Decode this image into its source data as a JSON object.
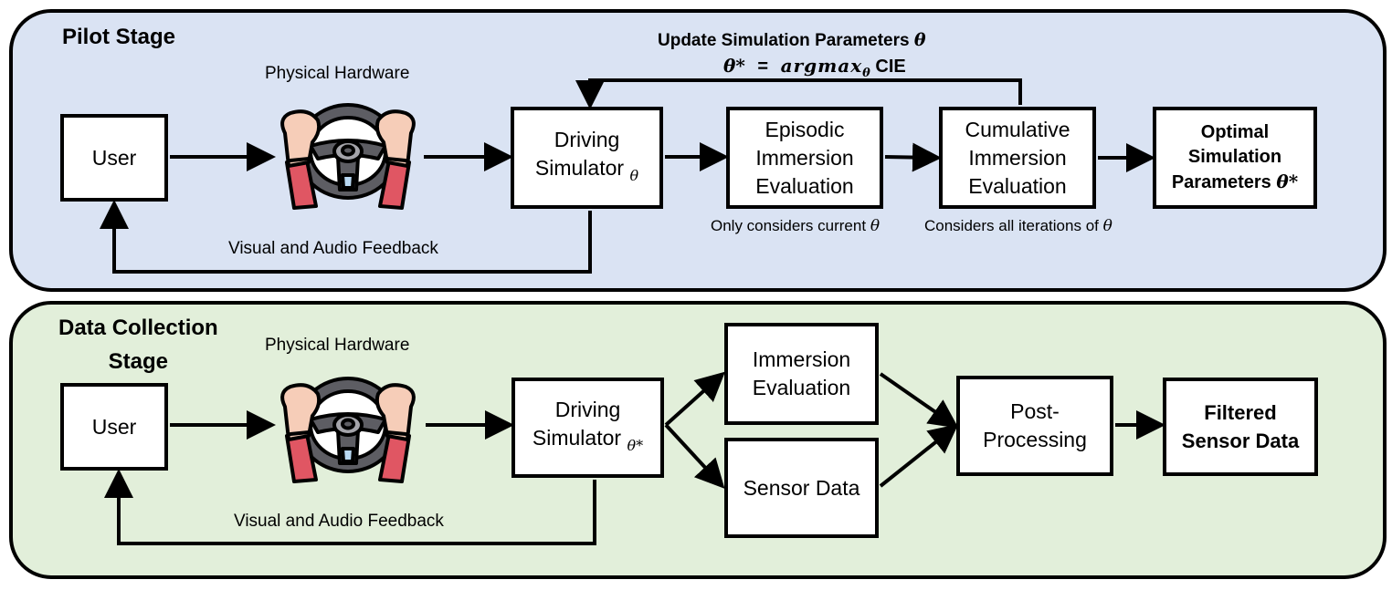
{
  "pilot": {
    "title": "Pilot Stage",
    "hardware_label": "Physical Hardware",
    "feedback_label": "Visual and Audio Feedback",
    "user": "User",
    "simulator": "Driving\nSimulator",
    "simulator_sub": "θ",
    "episodic": "Episodic\nImmersion\nEvaluation",
    "cumulative": "Cumulative\nImmersion\nEvaluation",
    "optimal": "Optimal\nSimulation\nParameters",
    "optimal_theta": "θ*",
    "update_label": "Update Simulation Parameters",
    "update_theta": "θ",
    "formula_lhs": "θ*",
    "formula_eq": "=",
    "formula_arg": "argmax",
    "formula_arg_sub": "θ",
    "formula_cie": "CIE",
    "episodic_note": "Only considers current",
    "episodic_note_theta": "θ",
    "cumulative_note": "Considers all iterations of",
    "cumulative_note_theta": "θ"
  },
  "collection": {
    "title": "Data Collection\nStage",
    "hardware_label": "Physical Hardware",
    "feedback_label": "Visual and Audio Feedback",
    "user": "User",
    "simulator": "Driving\nSimulator",
    "simulator_sub": "θ*",
    "immersion": "Immersion\nEvaluation",
    "sensor": "Sensor Data",
    "post": "Post-\nProcessing",
    "filtered": "Filtered\nSensor Data"
  },
  "icons": {
    "steering": "steering-wheel-hands-icon"
  }
}
